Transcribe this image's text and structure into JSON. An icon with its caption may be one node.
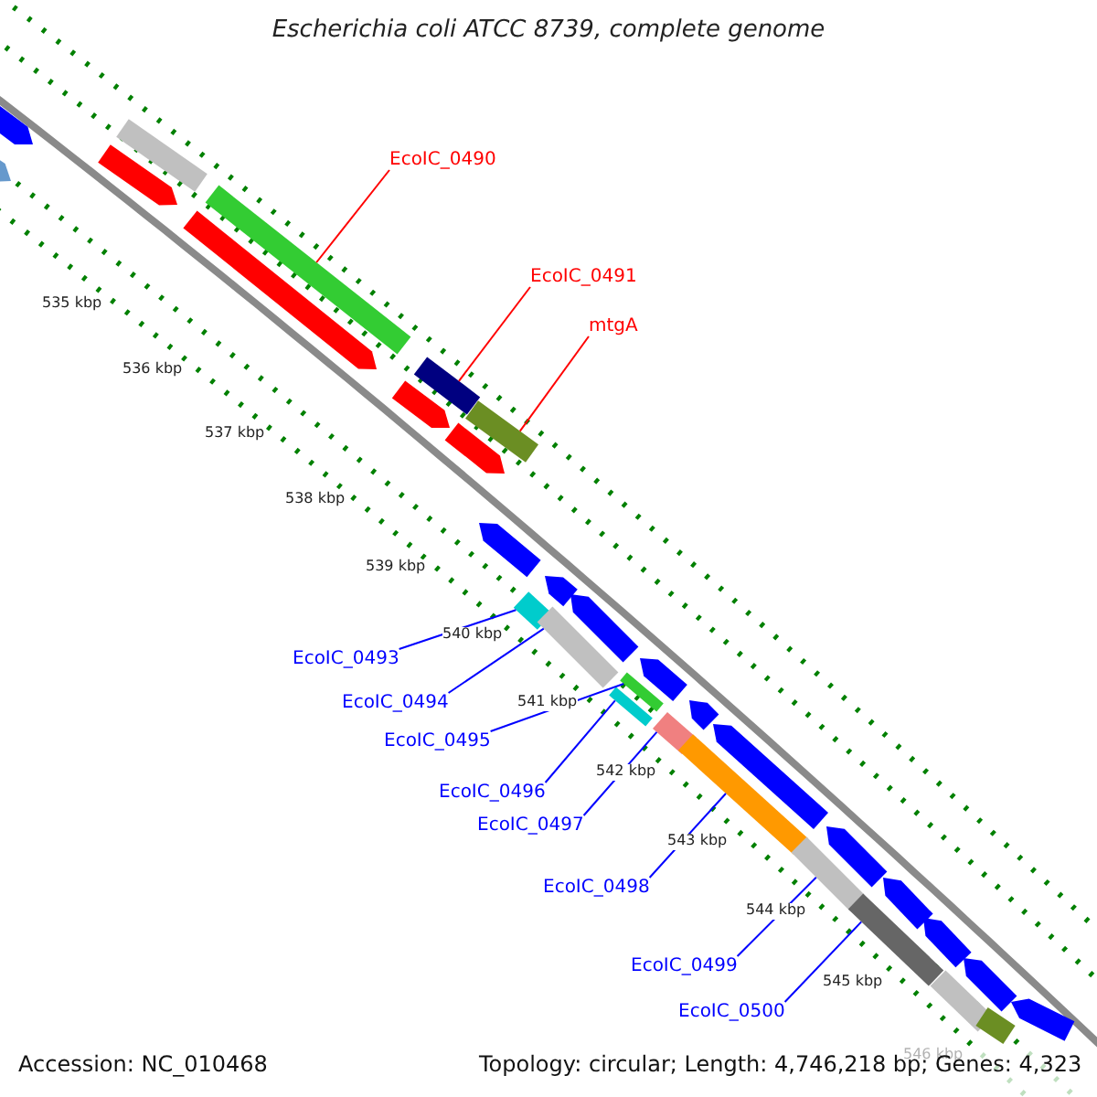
{
  "diagram": {
    "title": "Escherichia coli ATCC 8739, complete genome",
    "nodes": [
      {
        "text": [
          "EcoIC_0490"
        ]
      },
      {
        "text": [
          "EcoIC_0491"
        ]
      },
      {
        "text": [
          "mtgA"
        ]
      },
      {
        "text": [
          "EcoIC_0493"
        ]
      },
      {
        "text": [
          "EcoIC_0494"
        ]
      },
      {
        "text": [
          "EcoIC_0495"
        ]
      },
      {
        "text": [
          "EcoIC_0496"
        ]
      },
      {
        "text": [
          "EcoIC_0497"
        ]
      },
      {
        "text": [
          "EcoIC_0498"
        ]
      },
      {
        "text": [
          "EcoIC_0499"
        ]
      },
      {
        "text": [
          "EcoIC_0500"
        ]
      },
      {
        "text": [],
        "shape": "arrow"
      },
      {
        "text": [],
        "shape": "arrow"
      },
      {
        "text": [],
        "shape": "arrow"
      },
      {
        "text": [],
        "shape": "bar"
      },
      {
        "text": [],
        "shape": "arrow"
      },
      {
        "text": [],
        "shape": "bar"
      },
      {
        "text": [],
        "shape": "arrow"
      },
      {
        "text": [],
        "shape": "bar"
      },
      {
        "text": [],
        "shape": "arrow"
      },
      {
        "text": [],
        "shape": "bar"
      },
      {
        "text": [],
        "shape": "arrow"
      },
      {
        "text": [],
        "shape": "bar"
      },
      {
        "text": [],
        "shape": "arrow"
      },
      {
        "text": [],
        "shape": "bar"
      },
      {
        "text": [],
        "shape": "arrow"
      },
      {
        "text": [],
        "shape": "bar"
      },
      {
        "text": [],
        "shape": "bar"
      },
      {
        "text": [],
        "shape": "arrow"
      },
      {
        "text": [],
        "shape": "bar"
      },
      {
        "text": [],
        "shape": "bar"
      },
      {
        "text": [],
        "shape": "arrow"
      },
      {
        "text": [],
        "shape": "arrow"
      },
      {
        "text": [],
        "shape": "bar"
      },
      {
        "text": [],
        "shape": "arrow"
      },
      {
        "text": [],
        "shape": "bar"
      },
      {
        "text": [],
        "shape": "arrow"
      },
      {
        "text": [],
        "shape": "arrow"
      },
      {
        "text": [],
        "shape": "bar"
      },
      {
        "text": [],
        "shape": "arrow"
      },
      {
        "text": [],
        "shape": "bar"
      },
      {
        "text": [],
        "shape": "arrow"
      }
    ],
    "edges": [
      {
        "from": 0,
        "to": 16,
        "arrow": "none",
        "color": "#ff0000"
      },
      {
        "from": 1,
        "to": 18,
        "arrow": "none",
        "color": "#ff0000"
      },
      {
        "from": 2,
        "to": 20,
        "arrow": "none",
        "color": "#ff0000"
      },
      {
        "from": 3,
        "to": 22,
        "arrow": "none"
      },
      {
        "from": 4,
        "to": 24,
        "arrow": "none"
      },
      {
        "from": 5,
        "to": 27,
        "arrow": "none"
      },
      {
        "from": 6,
        "to": 26,
        "arrow": "none"
      },
      {
        "from": 7,
        "to": 29,
        "arrow": "none"
      },
      {
        "from": 8,
        "to": 30,
        "arrow": "none"
      },
      {
        "from": 9,
        "to": 33,
        "arrow": "none"
      },
      {
        "from": 10,
        "to": 35,
        "arrow": "none"
      }
    ],
    "labels": [
      "535 kbp",
      "536 kbp",
      "537 kbp",
      "538 kbp",
      "539 kbp",
      "540 kbp",
      "541 kbp",
      "542 kbp",
      "543 kbp",
      "544 kbp",
      "545 kbp",
      "546 kbp",
      "Accession: NC_010468",
      "Topology: circular; Length: 4,746,218 bp; Genes: 4,323"
    ]
  }
}
